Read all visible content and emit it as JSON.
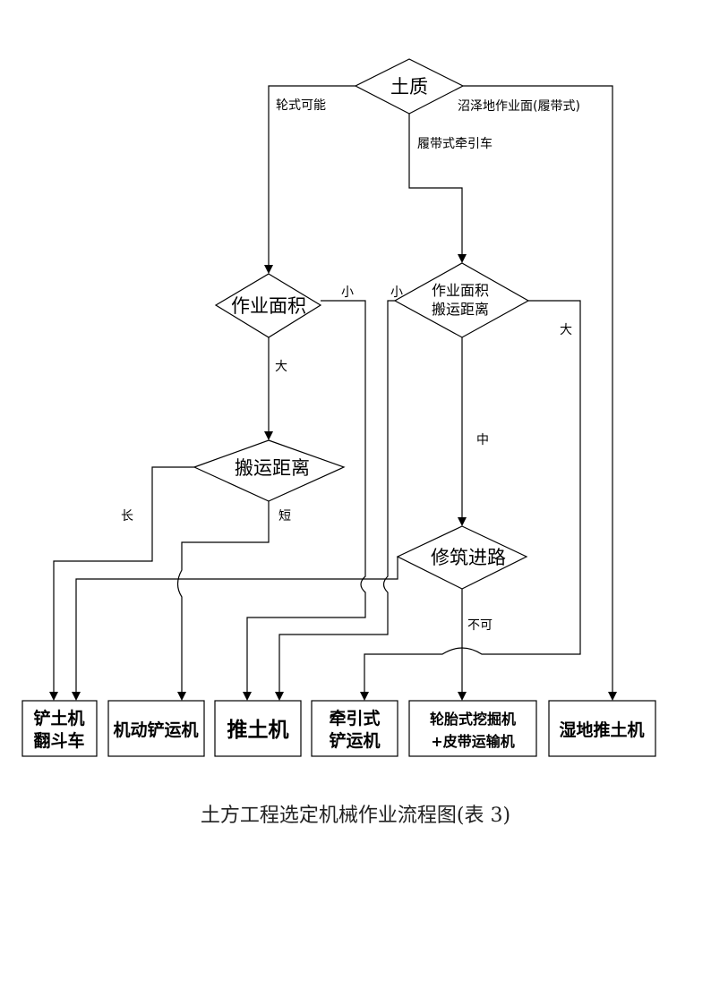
{
  "decisions": {
    "soil": "土质",
    "work_area": "作业面积",
    "haul_distance": "搬运距离",
    "area_haul_line1": "作业面积",
    "area_haul_line2": "搬运距离",
    "build_road": "修筑进路"
  },
  "edge_labels": {
    "wheel_possible": "轮式可能",
    "crawler_tractor": "履带式牵引车",
    "swamp": "沼泽地作业面(履带式)",
    "small_left": "小",
    "small_right": "小",
    "large_area": "大",
    "large_right": "大",
    "long": "长",
    "short": "短",
    "medium": "中",
    "not_possible": "不可"
  },
  "machines": {
    "scraper_dumper_line1": "铲土机",
    "scraper_dumper_line2": "翻斗车",
    "motor_scraper": "机动铲运机",
    "bulldozer": "推土机",
    "towed_scraper_line1": "牵引式",
    "towed_scraper_line2": "铲运机",
    "excavator_line1": "轮胎式挖掘机",
    "excavator_line2": "+皮带运输机",
    "wetland_dozer": "湿地推土机"
  },
  "caption": "土方工程选定机械作业流程图(表 3)"
}
